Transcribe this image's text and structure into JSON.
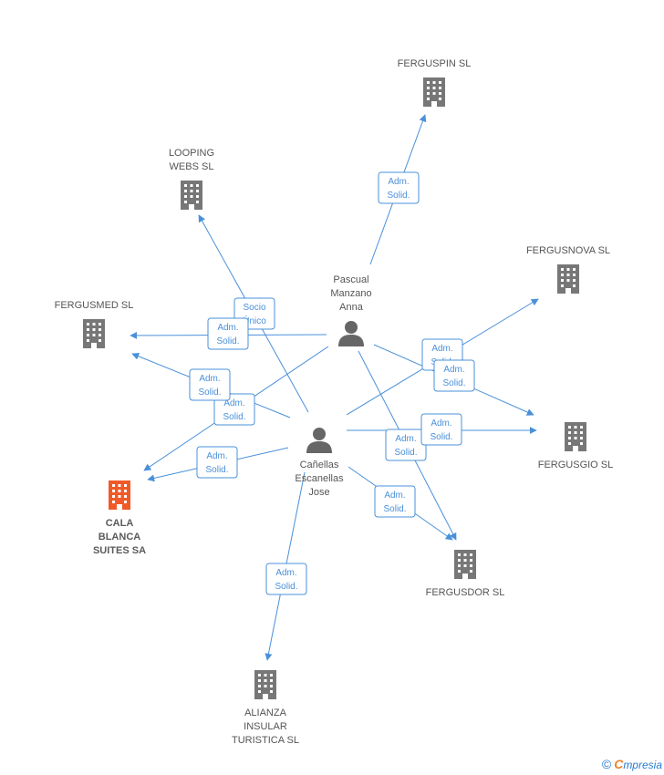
{
  "colors": {
    "edge": "#4a90d9",
    "company": "#777777",
    "highlight": "#f05a28",
    "person": "#666666"
  },
  "nodes": [
    {
      "id": "ferguspin",
      "type": "company",
      "lines": [
        "FERGUSPIN  SL"
      ]
    },
    {
      "id": "looping",
      "type": "company",
      "lines": [
        "LOOPING",
        "WEBS SL"
      ]
    },
    {
      "id": "fergusnova",
      "type": "company",
      "lines": [
        "FERGUSNOVA SL"
      ]
    },
    {
      "id": "fergusmed",
      "type": "company",
      "lines": [
        "FERGUSMED  SL"
      ]
    },
    {
      "id": "pascual",
      "type": "person",
      "lines": [
        "Pascual",
        "Manzano",
        "Anna"
      ]
    },
    {
      "id": "fergusgio",
      "type": "company",
      "lines": [
        "FERGUSGIO  SL"
      ]
    },
    {
      "id": "canellas",
      "type": "person",
      "lines": [
        "Cañellas",
        "Escanellas",
        "Jose"
      ]
    },
    {
      "id": "cala",
      "type": "company-main",
      "lines": [
        "CALA",
        "BLANCA",
        "SUITES SA"
      ]
    },
    {
      "id": "fergusdor",
      "type": "company",
      "lines": [
        "FERGUSDOR  SL"
      ]
    },
    {
      "id": "alianza",
      "type": "company",
      "lines": [
        "ALIANZA",
        "INSULAR",
        "TURISTICA SL"
      ]
    }
  ],
  "relations": [
    {
      "from": "pascual",
      "to": "ferguspin",
      "lines": [
        "Adm.",
        "Solid."
      ]
    },
    {
      "from": "pascual",
      "to": "looping",
      "lines": [
        "Socio",
        "Único"
      ]
    },
    {
      "from": "pascual",
      "to": "fergusmed",
      "lines": [
        "Adm.",
        "Solid."
      ]
    },
    {
      "from": "pascual",
      "to": "cala",
      "lines": [
        "Adm.",
        "Solid."
      ]
    },
    {
      "from": "pascual",
      "to": "fergusgio",
      "lines": [
        "Adm.",
        "Solid."
      ]
    },
    {
      "from": "pascual",
      "to": "fergusdor",
      "lines": [
        "Adm.",
        "Solid."
      ]
    },
    {
      "from": "canellas",
      "to": "fergusmed",
      "lines": [
        "Adm.",
        "Solid."
      ]
    },
    {
      "from": "canellas",
      "to": "cala",
      "lines": [
        "Adm.",
        "Solid."
      ]
    },
    {
      "from": "canellas",
      "to": "fergusnova",
      "lines": [
        "Adm.",
        "Solid."
      ]
    },
    {
      "from": "canellas",
      "to": "fergusgio",
      "lines": [
        "Adm.",
        "Solid."
      ]
    },
    {
      "from": "canellas",
      "to": "fergusdor",
      "lines": [
        "Adm.",
        "Solid."
      ]
    },
    {
      "from": "canellas",
      "to": "alianza",
      "lines": [
        "Adm.",
        "Solid."
      ]
    }
  ],
  "footer": {
    "copyright": "©",
    "brand_first": "C",
    "brand_rest": "mpresia"
  }
}
